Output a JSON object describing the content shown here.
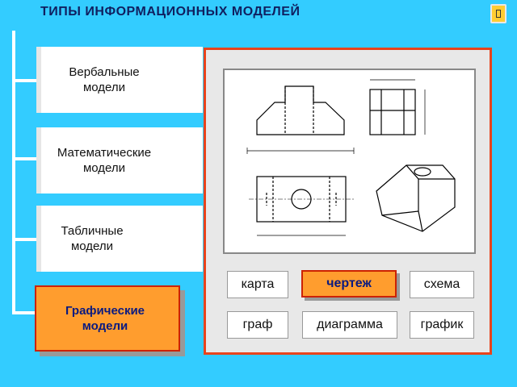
{
  "header": {
    "title": "ТИПЫ  ИНФОРМАЦИОННЫХ  МОДЕЛЕЙ"
  },
  "nav": {
    "items": [
      {
        "label": "Вербальные модели"
      },
      {
        "label": "Математические модели"
      },
      {
        "label": "Табличные модели"
      },
      {
        "label": "Графические модели",
        "active": true
      }
    ]
  },
  "options": {
    "row1": [
      "карта",
      "чертеж",
      "схема"
    ],
    "row2": [
      "граф",
      "диаграмма",
      "график"
    ],
    "selected": "чертеж"
  },
  "colors": {
    "background": "#33ccff",
    "active_fill": "#ff9d2e",
    "active_border": "#cc2200",
    "panel_border": "#e8431c",
    "title": "#102060"
  },
  "icons": {
    "corner": "book-icon"
  }
}
